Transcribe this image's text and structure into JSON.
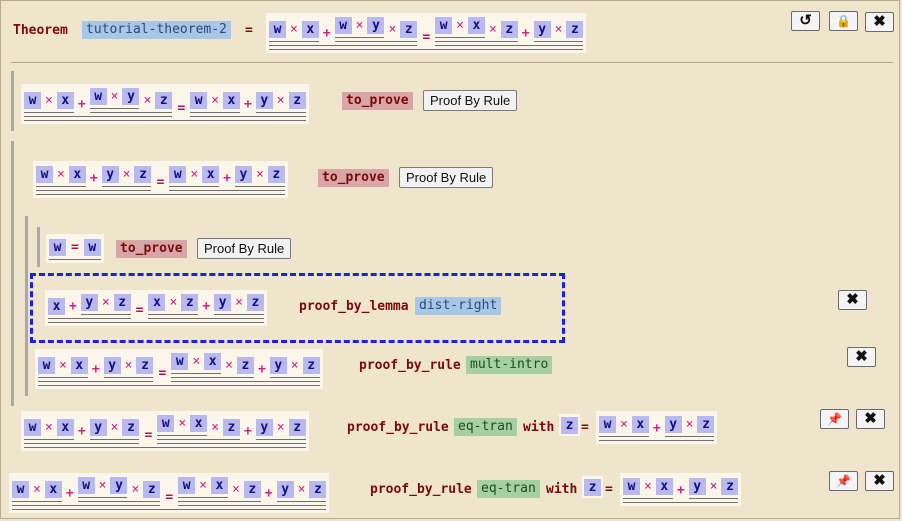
{
  "theorem": {
    "keyword": "Theorem",
    "name": "tutorial-theorem-2",
    "eq_sign": "="
  },
  "toolbar": {
    "reset_icon": "reset-icon",
    "lock_icon": "lock-icon",
    "close_icon": "close-icon",
    "close_symbol": "✖",
    "pin_symbol": "📌",
    "reset_symbol": "↺",
    "lock_symbol": "🔒"
  },
  "labels": {
    "to_prove": "to_prove",
    "proof_by_rule_button": "Proof By Rule",
    "proof_by_lemma": "proof_by_lemma",
    "proof_by_rule": "proof_by_rule",
    "with": "with"
  },
  "rules": {
    "dist_right": "dist-right",
    "mult_intro": "mult-intro",
    "eq_tran": "eq-tran"
  },
  "vars": {
    "w": "w",
    "x": "x",
    "y": "y",
    "z": "z"
  },
  "ops": {
    "mul": "×",
    "add": "+",
    "eq": "="
  },
  "colors": {
    "background": "#efe4cc",
    "keyword": "#7a0a0a",
    "var_bg": "#b9b9ef",
    "operator": "#d0208a",
    "focus_dash": "#1a22e0",
    "tag_blue": "#a8c6e6",
    "tag_green": "#a7cfa5",
    "tag_red": "#d8a6a6"
  }
}
